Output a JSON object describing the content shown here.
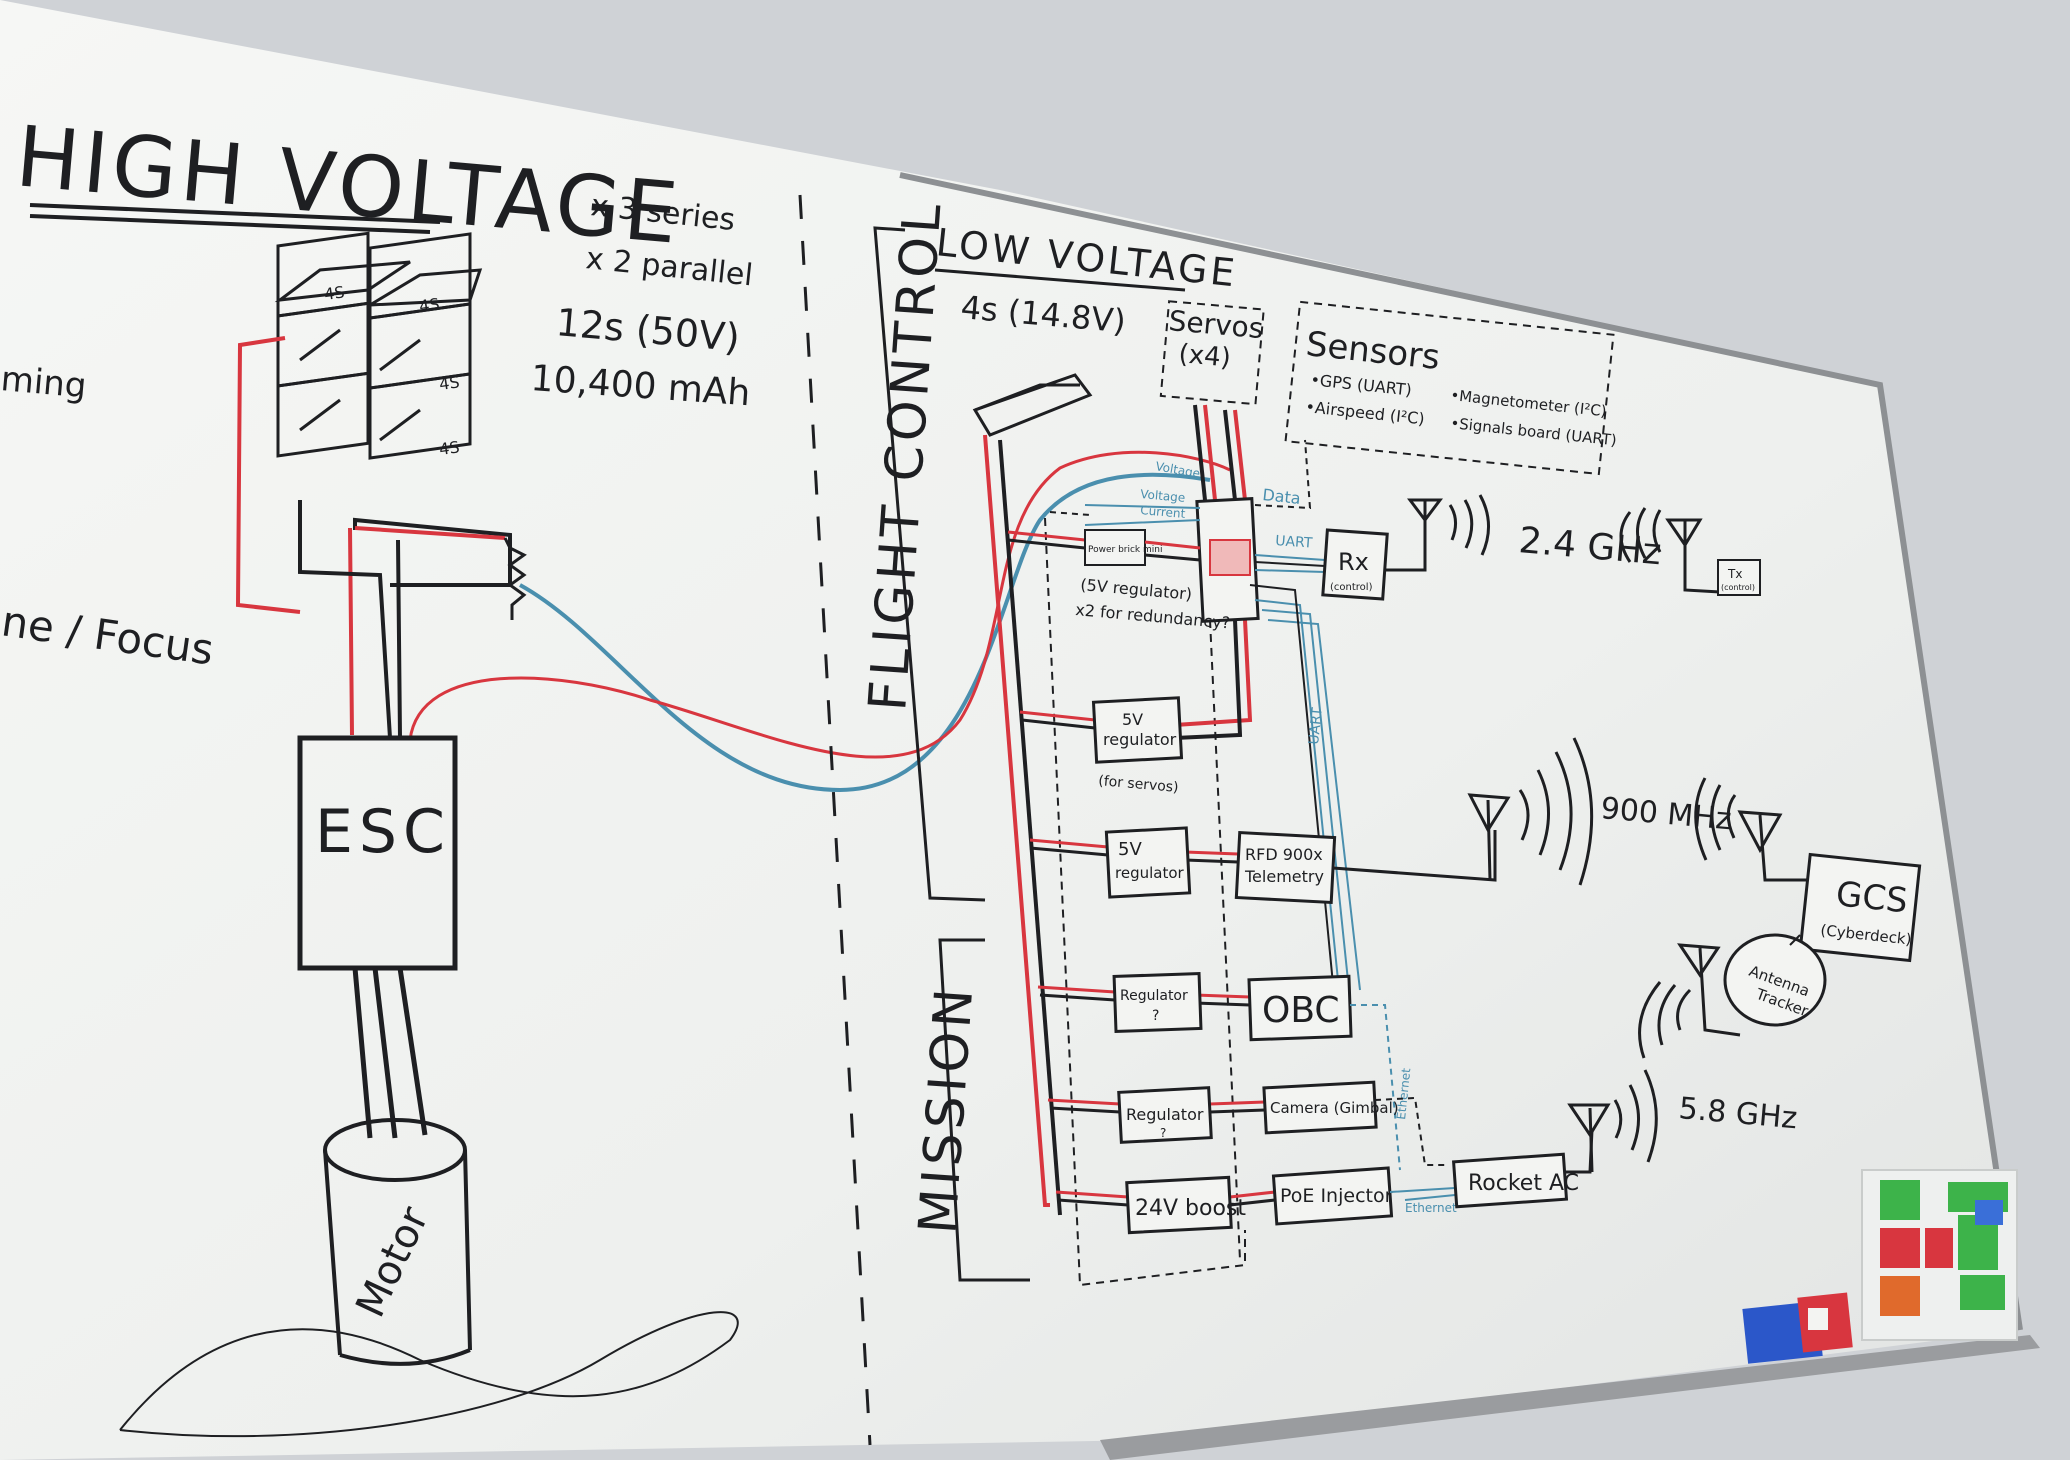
{
  "colors": {
    "wall": "#cfd2d6",
    "board": "#f3f4f2",
    "ink": "#1e1f22",
    "red": "#d8363f",
    "blue": "#4a8fae",
    "frame": "#8d9093"
  },
  "high_voltage": {
    "title": "HIGH VOLTAGE",
    "series_note": "x 3   series",
    "parallel_note": "x 2   parallel",
    "cells_label": "12s   (50V)",
    "capacity_label": "10,400  mAh",
    "cell_label": "4S",
    "left_partial_1": "ming",
    "left_partial_2": "ne / Focus",
    "esc_label": "ESC",
    "motor_label": "Motor"
  },
  "sections": {
    "flight_control": "FLIGHT CONTROL",
    "mission": "MISSION"
  },
  "low_voltage": {
    "title": "LOW VOLTAGE",
    "battery_label": "4s  (14.8V)",
    "servos_label": "Servos",
    "servos_count": "(x4)",
    "sensors_title": "Sensors",
    "sensors_items": [
      "•GPS  (UART)",
      "•Airspeed (I²C)",
      "•Magnetometer (I²C)",
      "•Signals board (UART)"
    ]
  },
  "wire_labels": {
    "voltage_1": "Voltage",
    "voltage_2": "Voltage",
    "current": "Current",
    "data": "Data",
    "uart_1": "UART",
    "uart_2": "UART",
    "ethernet_1": "Ethernet",
    "ethernet_2": "Ethernet"
  },
  "components": {
    "power_brick": "Power brick mini",
    "regulator_note_1": "(5V regulator)",
    "regulator_note_2": "x2 for redundancy?",
    "rx": "Rx",
    "rx_sub": "(control)",
    "tx": "Tx",
    "tx_sub": "(control)",
    "reg_5v_servos_1": "5V",
    "reg_5v_servos_2": "regulator",
    "reg_5v_servos_note": "(for servos)",
    "reg_5v_1": "5V",
    "reg_5v_2": "regulator",
    "rfd_1": "RFD 900x",
    "rfd_2": "Telemetry",
    "regulator_q_1": "Regulator",
    "regulator_q_2": "?",
    "obc": "OBC",
    "regulator_2": "Regulator",
    "regulator_2_sub": "?",
    "camera": "Camera (Gimbal)",
    "boost": "24V boost",
    "poe": "PoE Injector",
    "rocket": "Rocket AC",
    "gcs_1": "GCS",
    "gcs_2": "(Cyberdeck)",
    "tracker_1": "Antenna",
    "tracker_2": "Tracker"
  },
  "frequencies": {
    "f1": "2.4 GHz",
    "f2": "900 MHz",
    "f3": "5.8 GHz"
  }
}
